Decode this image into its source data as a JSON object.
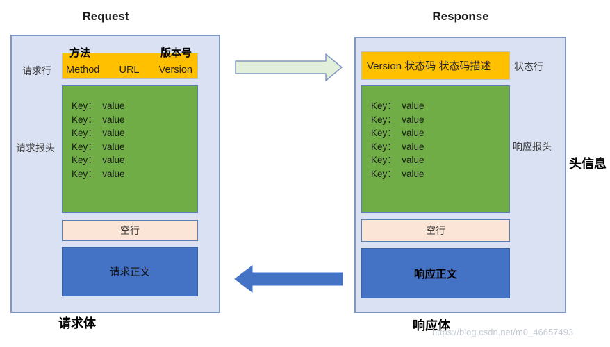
{
  "request_panel": {
    "title": "Request",
    "request_line_label": "请求行",
    "request_line": {
      "method_cn": "方法",
      "version_cn": "版本号",
      "parts": [
        "Method",
        "URL",
        "Version"
      ]
    },
    "headers_label": "请求报头",
    "header_lines": [
      "Key：  value",
      "Key：  value",
      "Key：  value",
      "Key：  value",
      "Key：  value",
      "Key：  value"
    ],
    "blank_line": "空行",
    "body": "请求正文",
    "footer_label": "请求体"
  },
  "response_panel": {
    "title": "Response",
    "status_line": "Version  状态码  状态码描述",
    "status_line_label": "状态行",
    "headers_label": "响应报头",
    "header_lines": [
      "Key：  value",
      "Key：  value",
      "Key：  value",
      "Key：  value",
      "Key：  value",
      "Key：  value"
    ],
    "blank_line": "空行",
    "body": "响应正文",
    "footer_label": "响应体"
  },
  "side_label": "头信息",
  "watermark": "https://blog.csdn.net/m0_46657493",
  "icons": {
    "request_arrow": "right-arrow-icon",
    "response_arrow": "left-arrow-icon"
  },
  "colors": {
    "panel_bg": "#dae1f2",
    "panel_border": "#8097c2",
    "request_line_bg": "#ffc000",
    "headers_bg": "#70ad47",
    "blank_line_bg": "#fbe5d6",
    "body_bg": "#4472c4",
    "request_arrow_fill": "#e2efda",
    "response_arrow_fill": "#4472c4"
  }
}
